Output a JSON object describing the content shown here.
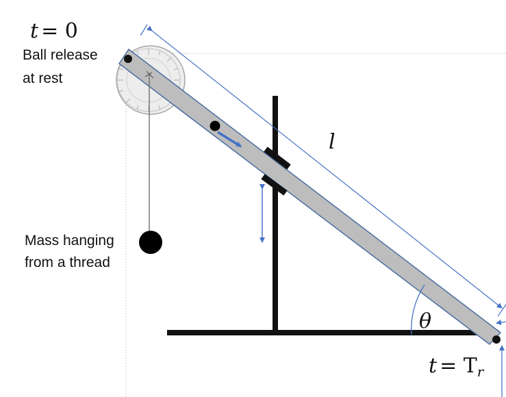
{
  "labels": {
    "t_start_var": "t",
    "t_start_eq": "= 0",
    "ball_release_line1": "Ball release",
    "ball_release_line2": "at rest",
    "length_symbol": "l",
    "mass_line1": "Mass hanging",
    "mass_line2": "from a thread",
    "angle_symbol": "θ",
    "t_end_var": "t",
    "t_end_eq": "= T",
    "t_end_sub": "r"
  },
  "colors": {
    "ramp_fill": "#bdbdbd",
    "ramp_edge": "#4a6ea0",
    "stand": "#111111",
    "arrow": "#4472c4",
    "guide": "#c8c8c8",
    "protractor": "#a6a6a6"
  }
}
